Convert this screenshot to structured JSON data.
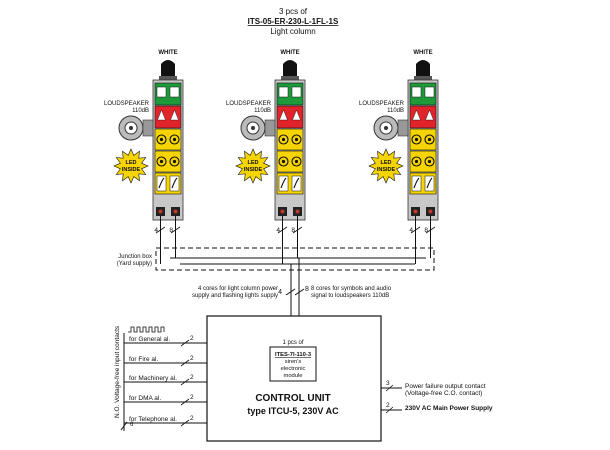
{
  "header": {
    "count": "3 pcs of",
    "model": "ITS-05-ER-230-L-1FL-1S",
    "subtitle": "Light column"
  },
  "columns": [
    {
      "white_label": "WHITE",
      "speaker_label": "LOUDSPEAKER",
      "speaker_db": "110dB",
      "led_line1": "LED",
      "led_line2": "INSIDE",
      "wire_left": "4",
      "wire_right": "8"
    },
    {
      "white_label": "WHITE",
      "speaker_label": "LOUDSPEAKER",
      "speaker_db": "110dB",
      "led_line1": "LED",
      "led_line2": "INSIDE",
      "wire_left": "4",
      "wire_right": "8"
    },
    {
      "white_label": "WHITE",
      "speaker_label": "LOUDSPEAKER",
      "speaker_db": "110dB",
      "led_line1": "LED",
      "led_line2": "INSIDE",
      "wire_left": "4",
      "wire_right": "8"
    }
  ],
  "junction": {
    "line1": "Junction box",
    "line2": "(Yard supply)"
  },
  "cables": {
    "left_count": "4",
    "left_line1": "4 cores for light column power",
    "left_line2": "supply and flashing lights supply",
    "right_count": "8",
    "right_line1": "8 cores for symbols and audio",
    "right_line2": "signal to loudspeakers 110dB"
  },
  "inputs": {
    "vertical_label": "N.O. Voltage-free input contacts",
    "items": [
      {
        "label": "for General al.",
        "count": "2"
      },
      {
        "label": "for Fire al.",
        "count": "2"
      },
      {
        "label": "for Machinery al.",
        "count": "2"
      },
      {
        "label": "for DMA al.",
        "count": "2"
      },
      {
        "label": "for Telephone al.",
        "count": "2"
      }
    ],
    "key_symbol": "6"
  },
  "control_unit": {
    "module_count": "1 pcs of",
    "module_model": "ITES-7I-110-3",
    "module_line2": "siren's",
    "module_line3": "electronic",
    "module_line4": "module",
    "title": "CONTROL UNIT",
    "type_line": "type ITCU-5, 230V AC"
  },
  "outputs": [
    {
      "count": "3",
      "line1": "Power failure output contact",
      "line2": "(Voltage-free C.O. contact)"
    },
    {
      "count": "2",
      "line1": "230V AC Main Power Supply",
      "line2": ""
    }
  ],
  "colors": {
    "green": "#1f9a3a",
    "red": "#e0242a",
    "yellow": "#f5d400",
    "body": "#c8c8c8",
    "black": "#111111"
  }
}
